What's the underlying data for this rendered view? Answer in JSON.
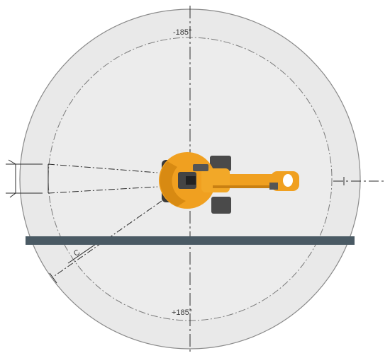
{
  "labels": {
    "angle_top": "-185°",
    "angle_bottom": "+185°",
    "radius_label": "C"
  },
  "colors": {
    "outer_area": "#e9e9e9",
    "inner_area": "#ececec",
    "outline": "#8a8a8a",
    "dimension_lines": "#2b2b2b",
    "base_plate": "#4a5a64",
    "robot_orange": "#f0a020",
    "robot_dark": "#3a3a3a",
    "robot_white": "#ffffff"
  }
}
